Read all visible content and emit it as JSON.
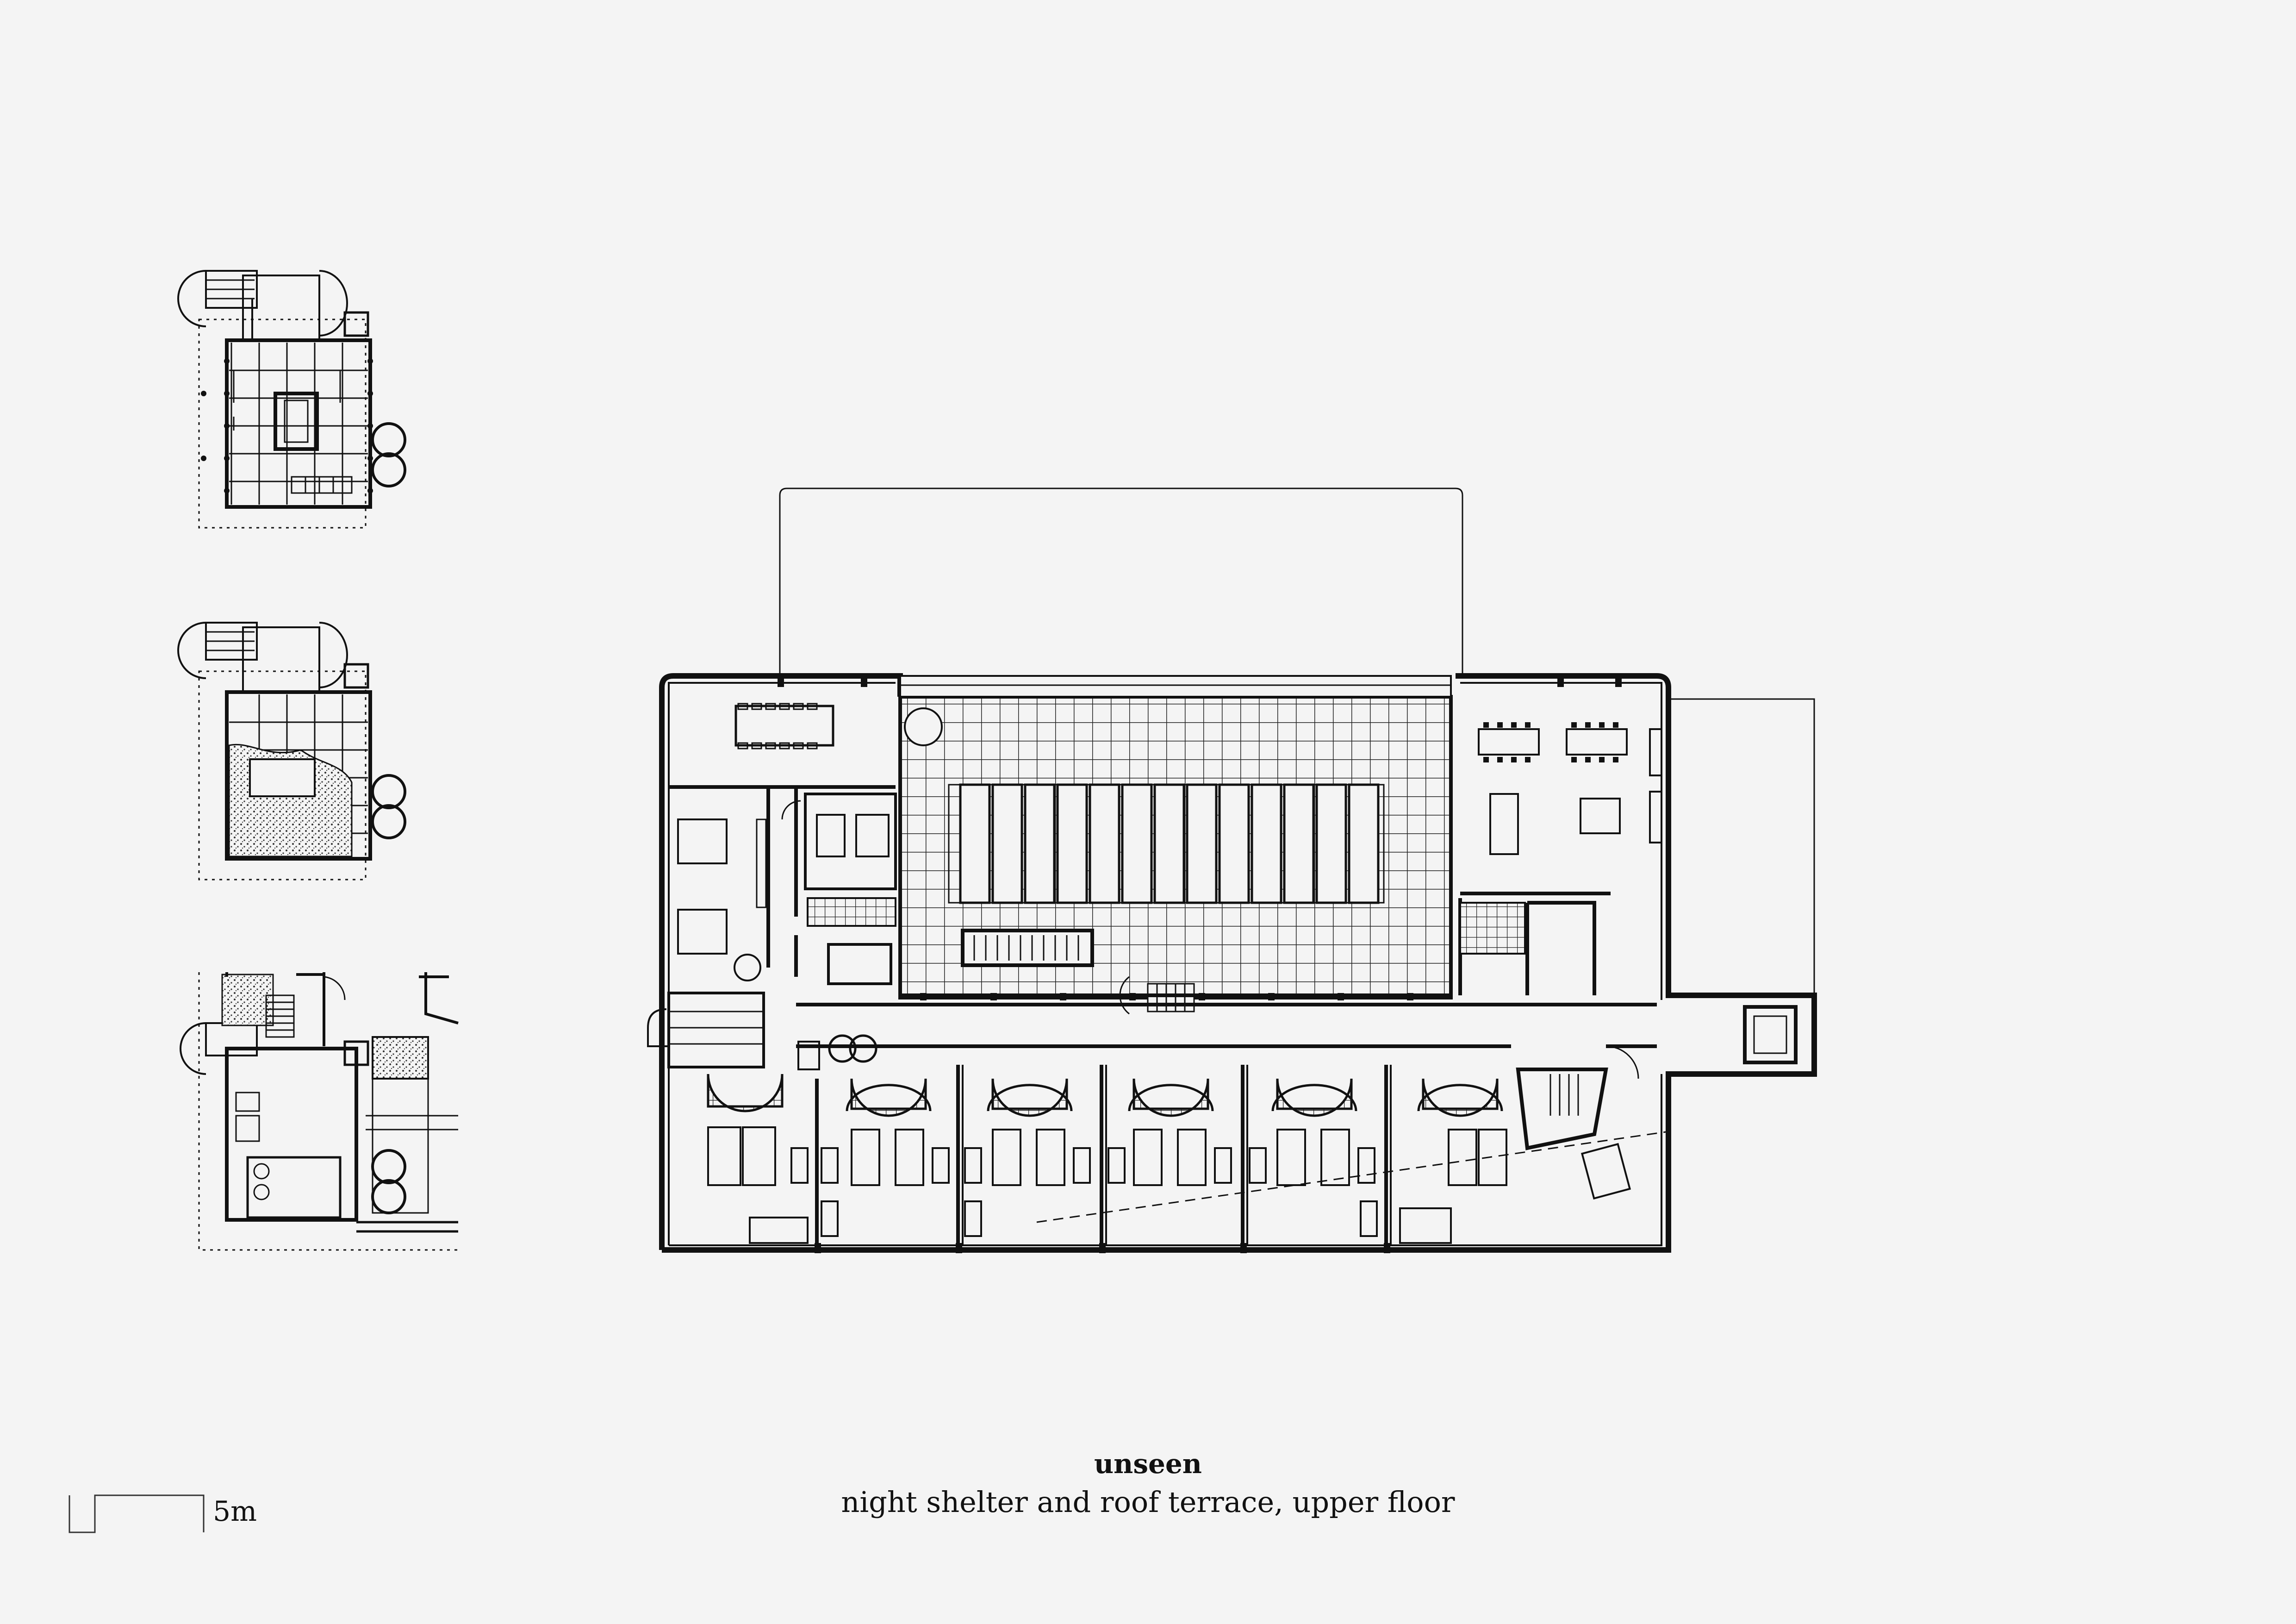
{
  "title": "unseen",
  "subtitle": "night shelter and roof terrace, upper floor",
  "scale_bar": {
    "label": "5m"
  },
  "line_color": "#111111",
  "background_color": "#f4f4f4"
}
